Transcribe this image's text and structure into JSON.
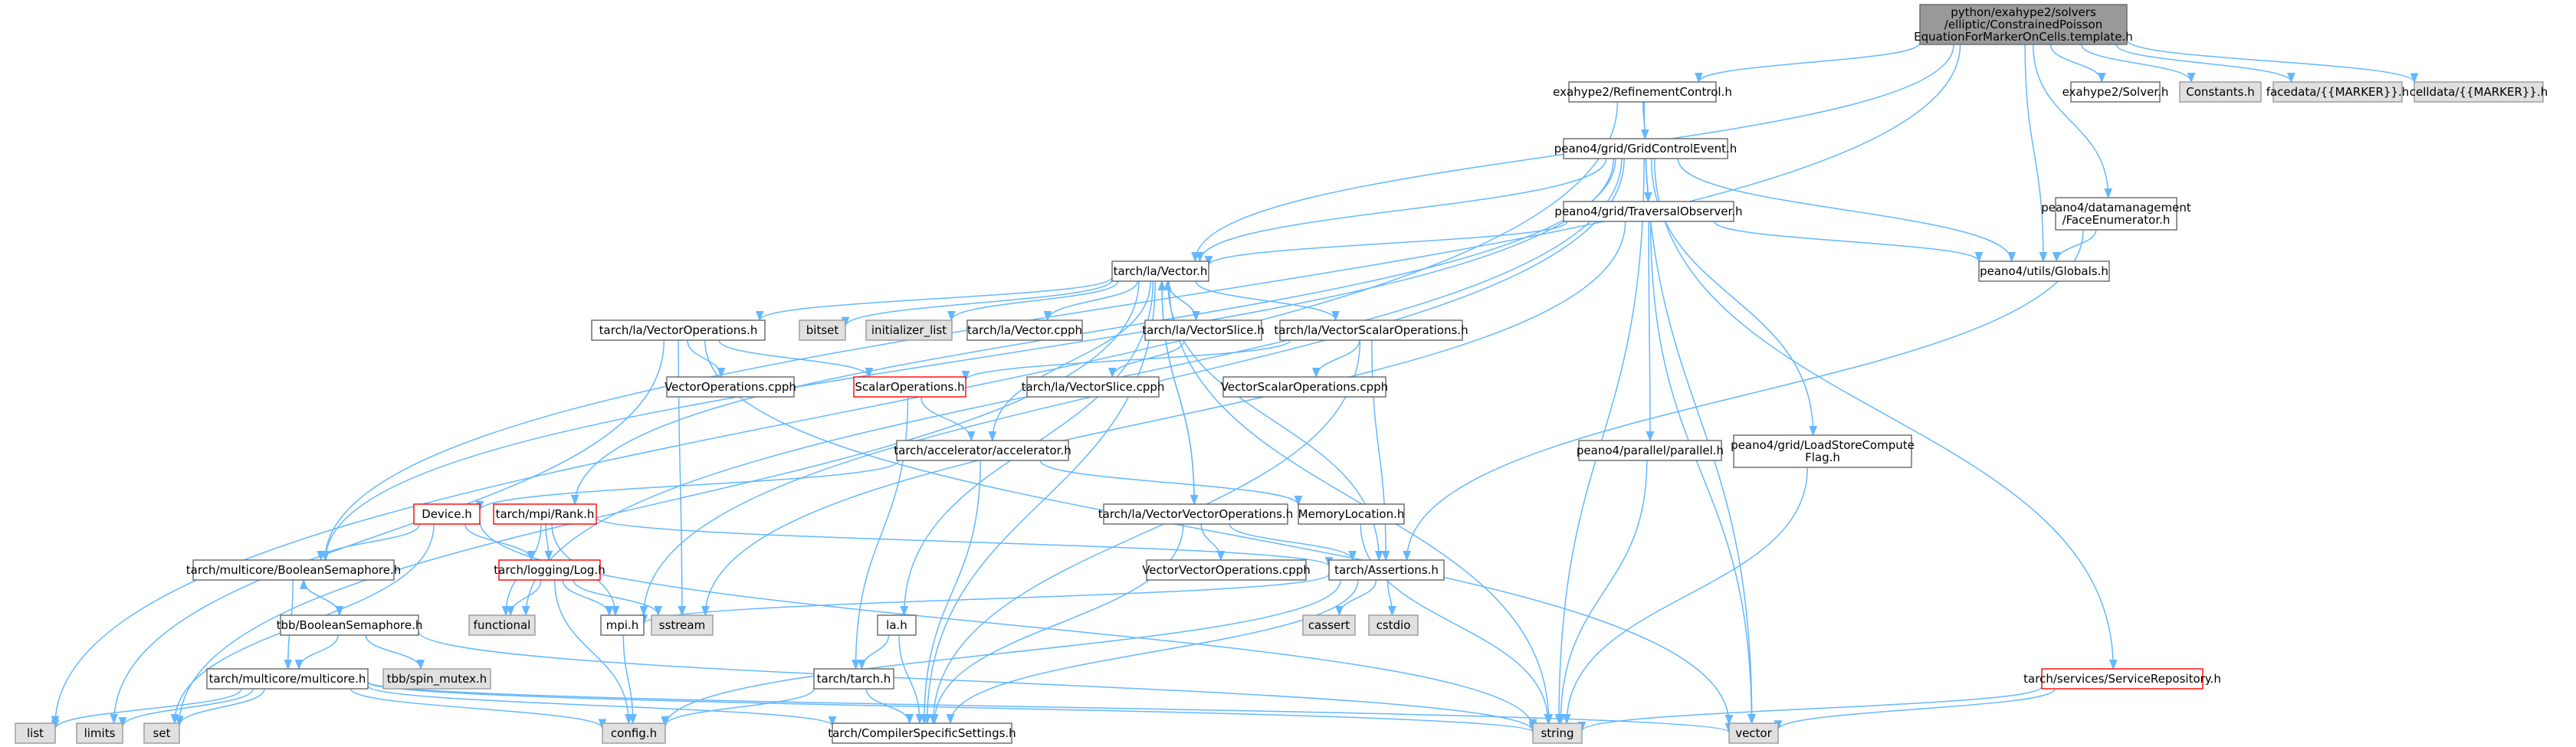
{
  "nodes": {
    "root": [
      "python/exahype2/solvers",
      "/elliptic/ConstrainedPoisson",
      "EquationForMarkerOnCells.template.h"
    ],
    "refinement": [
      "exahype2/RefinementControl.h"
    ],
    "solver": [
      "exahype2/Solver.h"
    ],
    "constants": [
      "Constants.h"
    ],
    "facedata": [
      "facedata/{{MARKER}}.h"
    ],
    "celldata": [
      "celldata/{{MARKER}}.h"
    ],
    "gridcontrol": [
      "peano4/grid/GridControlEvent.h"
    ],
    "faceenum": [
      "peano4/datamanagement",
      "/FaceEnumerator.h"
    ],
    "traversal": [
      "peano4/grid/TraversalObserver.h"
    ],
    "globals": [
      "peano4/utils/Globals.h"
    ],
    "vector": [
      "tarch/la/Vector.h"
    ],
    "bitset": [
      "bitset"
    ],
    "initlist": [
      "initializer_list"
    ],
    "vectorcpph": [
      "tarch/la/Vector.cpph"
    ],
    "vectorslice": [
      "tarch/la/VectorSlice.h"
    ],
    "vectorscalarops": [
      "tarch/la/VectorScalarOperations.h"
    ],
    "vectorops": [
      "tarch/la/VectorOperations.h"
    ],
    "vectoropscpph": [
      "VectorOperations.cpph"
    ],
    "scalarops": [
      "ScalarOperations.h"
    ],
    "vectorslicecpph": [
      "tarch/la/VectorSlice.cpph"
    ],
    "vectorscalaropscpph": [
      "VectorScalarOperations.cpph"
    ],
    "parallel": [
      "peano4/parallel/parallel.h"
    ],
    "loadstore": [
      "peano4/grid/LoadStoreCompute",
      "Flag.h"
    ],
    "accelerator": [
      "tarch/accelerator/accelerator.h"
    ],
    "device": [
      "Device.h"
    ],
    "rank": [
      "tarch/mpi/Rank.h"
    ],
    "memorylocation": [
      "MemoryLocation.h"
    ],
    "vectorvectorops": [
      "tarch/la/VectorVectorOperations.h"
    ],
    "boolsem": [
      "tarch/multicore/BooleanSemaphore.h"
    ],
    "logging": [
      "tarch/logging/Log.h"
    ],
    "vvopscpph": [
      "VectorVectorOperations.cpph"
    ],
    "assertions": [
      "tarch/Assertions.h"
    ],
    "functional": [
      "functional"
    ],
    "mpi": [
      "mpi.h"
    ],
    "sstream": [
      "sstream"
    ],
    "tbbboolsem": [
      "tbb/BooleanSemaphore.h"
    ],
    "la": [
      "la.h"
    ],
    "cassert": [
      "cassert"
    ],
    "cstdio": [
      "cstdio"
    ],
    "spinmutex": [
      "tbb/spin_mutex.h"
    ],
    "multicore": [
      "tarch/multicore/multicore.h"
    ],
    "tarch": [
      "tarch/tarch.h"
    ],
    "servicerepo": [
      "tarch/services/ServiceRepository.h"
    ],
    "list": [
      "list"
    ],
    "limits": [
      "limits"
    ],
    "set": [
      "set"
    ],
    "config": [
      "config.h"
    ],
    "compiler": [
      "tarch/CompilerSpecificSettings.h"
    ],
    "string": [
      "string"
    ],
    "vec": [
      "vector"
    ]
  },
  "colors": {
    "edge": "#63b8ff",
    "node_border": "#666666",
    "gray_fill": "#e0e0e0",
    "root_fill": "#999999",
    "red_border": "#ff0000"
  }
}
